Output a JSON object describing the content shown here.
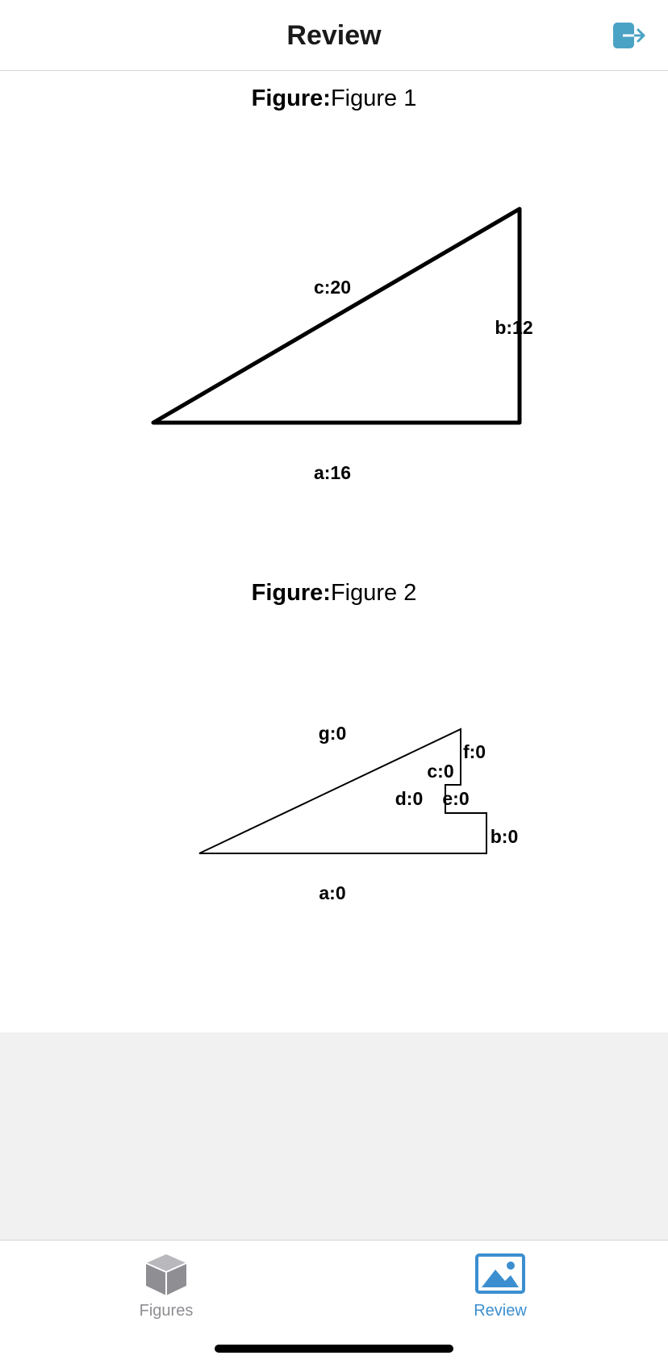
{
  "nav": {
    "title": "Review",
    "logout_icon": "logout-icon",
    "accent_color": "#4aa3c4"
  },
  "figures": [
    {
      "heading_label": "Figure:",
      "heading_name": "Figure 1",
      "edges": {
        "a": "a:16",
        "b": "b:12",
        "c": "c:20"
      }
    },
    {
      "heading_label": "Figure:",
      "heading_name": "Figure 2",
      "edges": {
        "a": "a:0",
        "b": "b:0",
        "c": "c:0",
        "d": "d:0",
        "e": "e:0",
        "f": "f:0",
        "g": "g:0"
      }
    }
  ],
  "tabs": [
    {
      "label": "Figures",
      "icon": "cube-icon",
      "selected": false,
      "color": "#8e8e93"
    },
    {
      "label": "Review",
      "icon": "image-icon",
      "selected": true,
      "color": "#3b8fd0"
    }
  ]
}
